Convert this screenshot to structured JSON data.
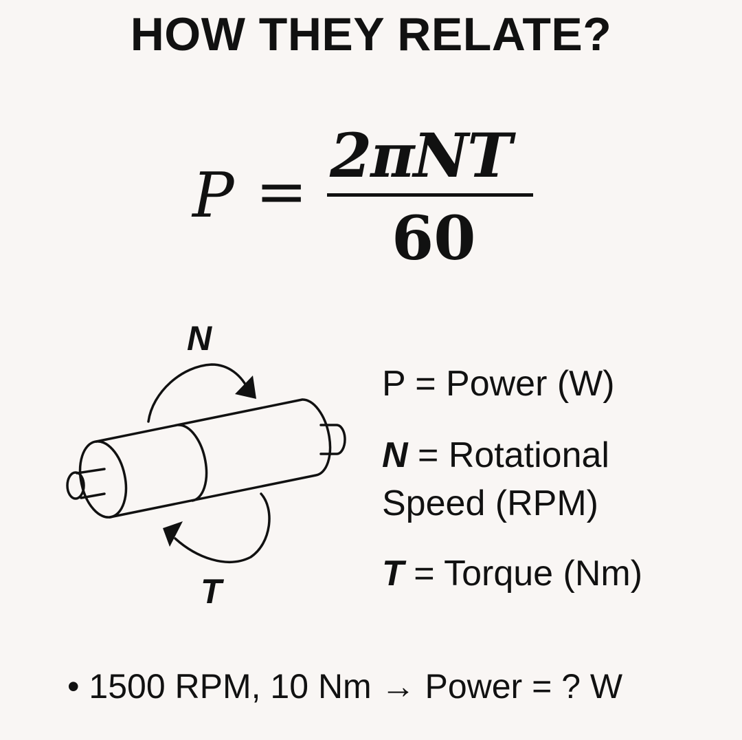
{
  "title": "HOW THEY RELATE?",
  "formula": {
    "lhs": "P",
    "equals": "=",
    "numerator": "2πNT",
    "denominator": "60"
  },
  "diagram": {
    "rotation_label": "N",
    "torque_label": "T"
  },
  "legend": {
    "power": {
      "symbol": "P",
      "text": " = Power (W)"
    },
    "speed": {
      "symbol": "N",
      "text": " = Rotational",
      "text_line2": "Speed (RPM)"
    },
    "torque": {
      "symbol": "T",
      "text": " = Torque (Nm)"
    }
  },
  "example": {
    "bullet": "•",
    "text": "1500 RPM, 10 Nm → Power = ? W"
  }
}
